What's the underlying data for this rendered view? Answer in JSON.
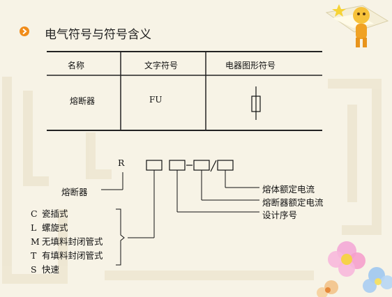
{
  "title": "电气符号与符号含义",
  "table": {
    "headers": [
      "名称",
      "文字符号",
      "电器图形符号"
    ],
    "row": {
      "name": "熔断器",
      "letter_symbol": "FU"
    }
  },
  "diagram": {
    "prefix": "R",
    "name_label": "熔断器",
    "fields": [
      "熔体额定电流",
      "熔断器额定电流",
      "设计序号"
    ],
    "types": [
      {
        "code": "C",
        "desc": "瓷插式"
      },
      {
        "code": "L",
        "desc": "螺旋式"
      },
      {
        "code": "M",
        "desc": "无填料封闭管式"
      },
      {
        "code": "T",
        "desc": "有填料封闭管式"
      },
      {
        "code": "S",
        "desc": "快速"
      }
    ]
  },
  "colors": {
    "bullet": "#f08c1a",
    "background": "#f7f3e6",
    "ink": "#111111"
  }
}
